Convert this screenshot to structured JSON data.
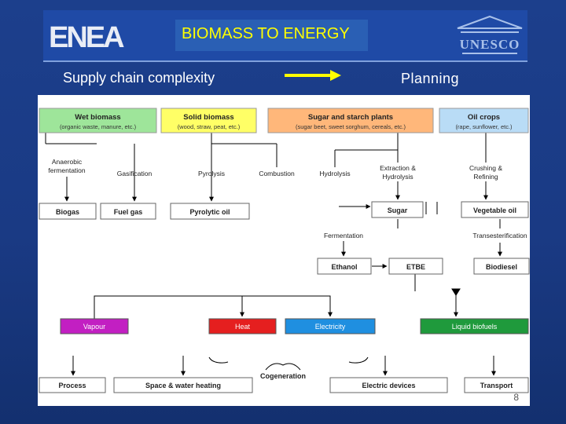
{
  "header": {
    "title": "BIOMASS TO ENERGY",
    "logo_left_text": "ENEA",
    "logo_right_text": "UNESCO"
  },
  "subheader": {
    "left": "Supply chain complexity",
    "right": "Planning"
  },
  "diagram": {
    "sources": [
      {
        "title": "Wet biomass",
        "sub": "(organic waste, manure, etc.)"
      },
      {
        "title": "Solid biomass",
        "sub": "(wood, straw, peat, etc.)"
      },
      {
        "title": "Sugar and starch plants",
        "sub": "(sugar beet, sweet sorghum, cereals, etc.)"
      },
      {
        "title": "Oil crops",
        "sub": "(rape, sunflower, etc.)"
      }
    ],
    "processes": {
      "anaerobic_1": "Anaerobic",
      "anaerobic_2": "fermentation",
      "gasification": "Gasification",
      "pyrolysis": "Pyrolysis",
      "combustion": "Combustion",
      "hydrolysis": "Hydrolysis",
      "extraction_1": "Extraction &",
      "extraction_2": "Hydrolysis",
      "crushing_1": "Crushing &",
      "crushing_2": "Refining",
      "fermentation": "Fermentation",
      "transesterification": "Transesterification",
      "cogeneration": "Cogeneration"
    },
    "intermediates": {
      "biogas": "Biogas",
      "fuel_gas": "Fuel gas",
      "pyrolytic_oil": "Pyrolytic oil",
      "sugar": "Sugar",
      "vegetable_oil": "Vegetable oil",
      "ethanol": "Ethanol",
      "etbe": "ETBE",
      "biodiesel": "Biodiesel"
    },
    "energy": {
      "vapour": "Vapour",
      "heat": "Heat",
      "electricity": "Electricity",
      "liquid_biofuels": "Liquid biofuels"
    },
    "uses": {
      "process": "Process",
      "space_water": "Space & water heating",
      "electric_devices": "Electric devices",
      "transport": "Transport"
    },
    "colors": {
      "wet": "#9ee59a",
      "solid": "#ffff66",
      "sugar": "#ffb77a",
      "oil": "#b9dcf6",
      "vapour": "#c21fc2",
      "heat": "#e51f1f",
      "electricity": "#1f8fe0",
      "liquid_biofuels": "#1f9a3c"
    }
  },
  "page_number": "8"
}
